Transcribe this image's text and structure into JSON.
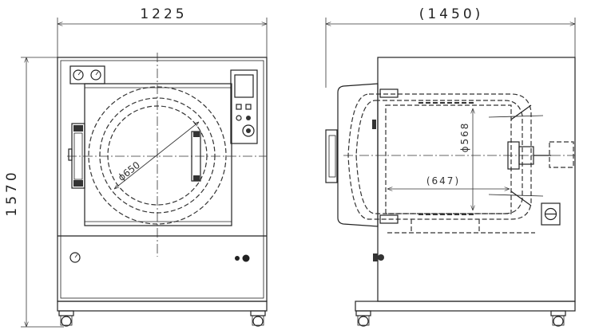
{
  "drawing": {
    "front_view": {
      "width_dim": "1225",
      "height_dim": "1570",
      "door_diameter": "ϕ650"
    },
    "side_view": {
      "depth_dim": "(1450)",
      "drum_diameter": "ϕ568",
      "drum_depth": "(647)"
    }
  }
}
